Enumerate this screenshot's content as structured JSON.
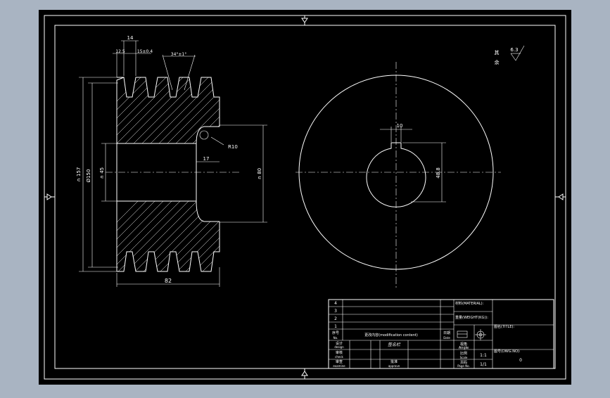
{
  "colors": {
    "background": "#a9b4c2",
    "sheet": "#000000",
    "line": "#ffffff"
  },
  "dimensions": {
    "pitch": "14",
    "offset": "12.5",
    "groove": "15±0.4",
    "angle": "34°±1°",
    "outer_dia": "∩ 157",
    "pitch_dia": "Ø150",
    "bore_dia": "∩ 45",
    "hub_dia": "∩ 80",
    "radius": "R10",
    "depth": "17",
    "width": "82",
    "keyway_width": "10",
    "keyway_depth": "48.8"
  },
  "surface": {
    "value": "6.3",
    "label_a": "其",
    "label_b": "余"
  },
  "title_block": {
    "row_numbers": [
      "4",
      "3",
      "2",
      "1"
    ],
    "no_label": "序号",
    "no_label_en": "No.",
    "modification": "更改内容(modification content)",
    "design_cn": "设计",
    "design_en": "design",
    "check_cn": "审核",
    "check_en": "check",
    "check_value": "",
    "review_cn": "审查",
    "review_en": "examine",
    "approve_cn": "批准",
    "approve_en": "approve",
    "signature": "签名栏",
    "date_cn": "日期",
    "date_en": "Date",
    "material_label": "材料(MATERIAL):",
    "weight_label": "重量(WEIGHT(KG)):",
    "title_label": "图名(TITLE):",
    "drawing_no_label": "图号(DWG.NO):",
    "drawing_no_value": "0",
    "angle_cn": "视角",
    "angle_en": "Angle",
    "scale_cn": "比例",
    "scale_en": "Scale",
    "scale_value": "1:1",
    "page_cn": "页码",
    "page_en": "Page No.",
    "page_value": "1/1"
  }
}
